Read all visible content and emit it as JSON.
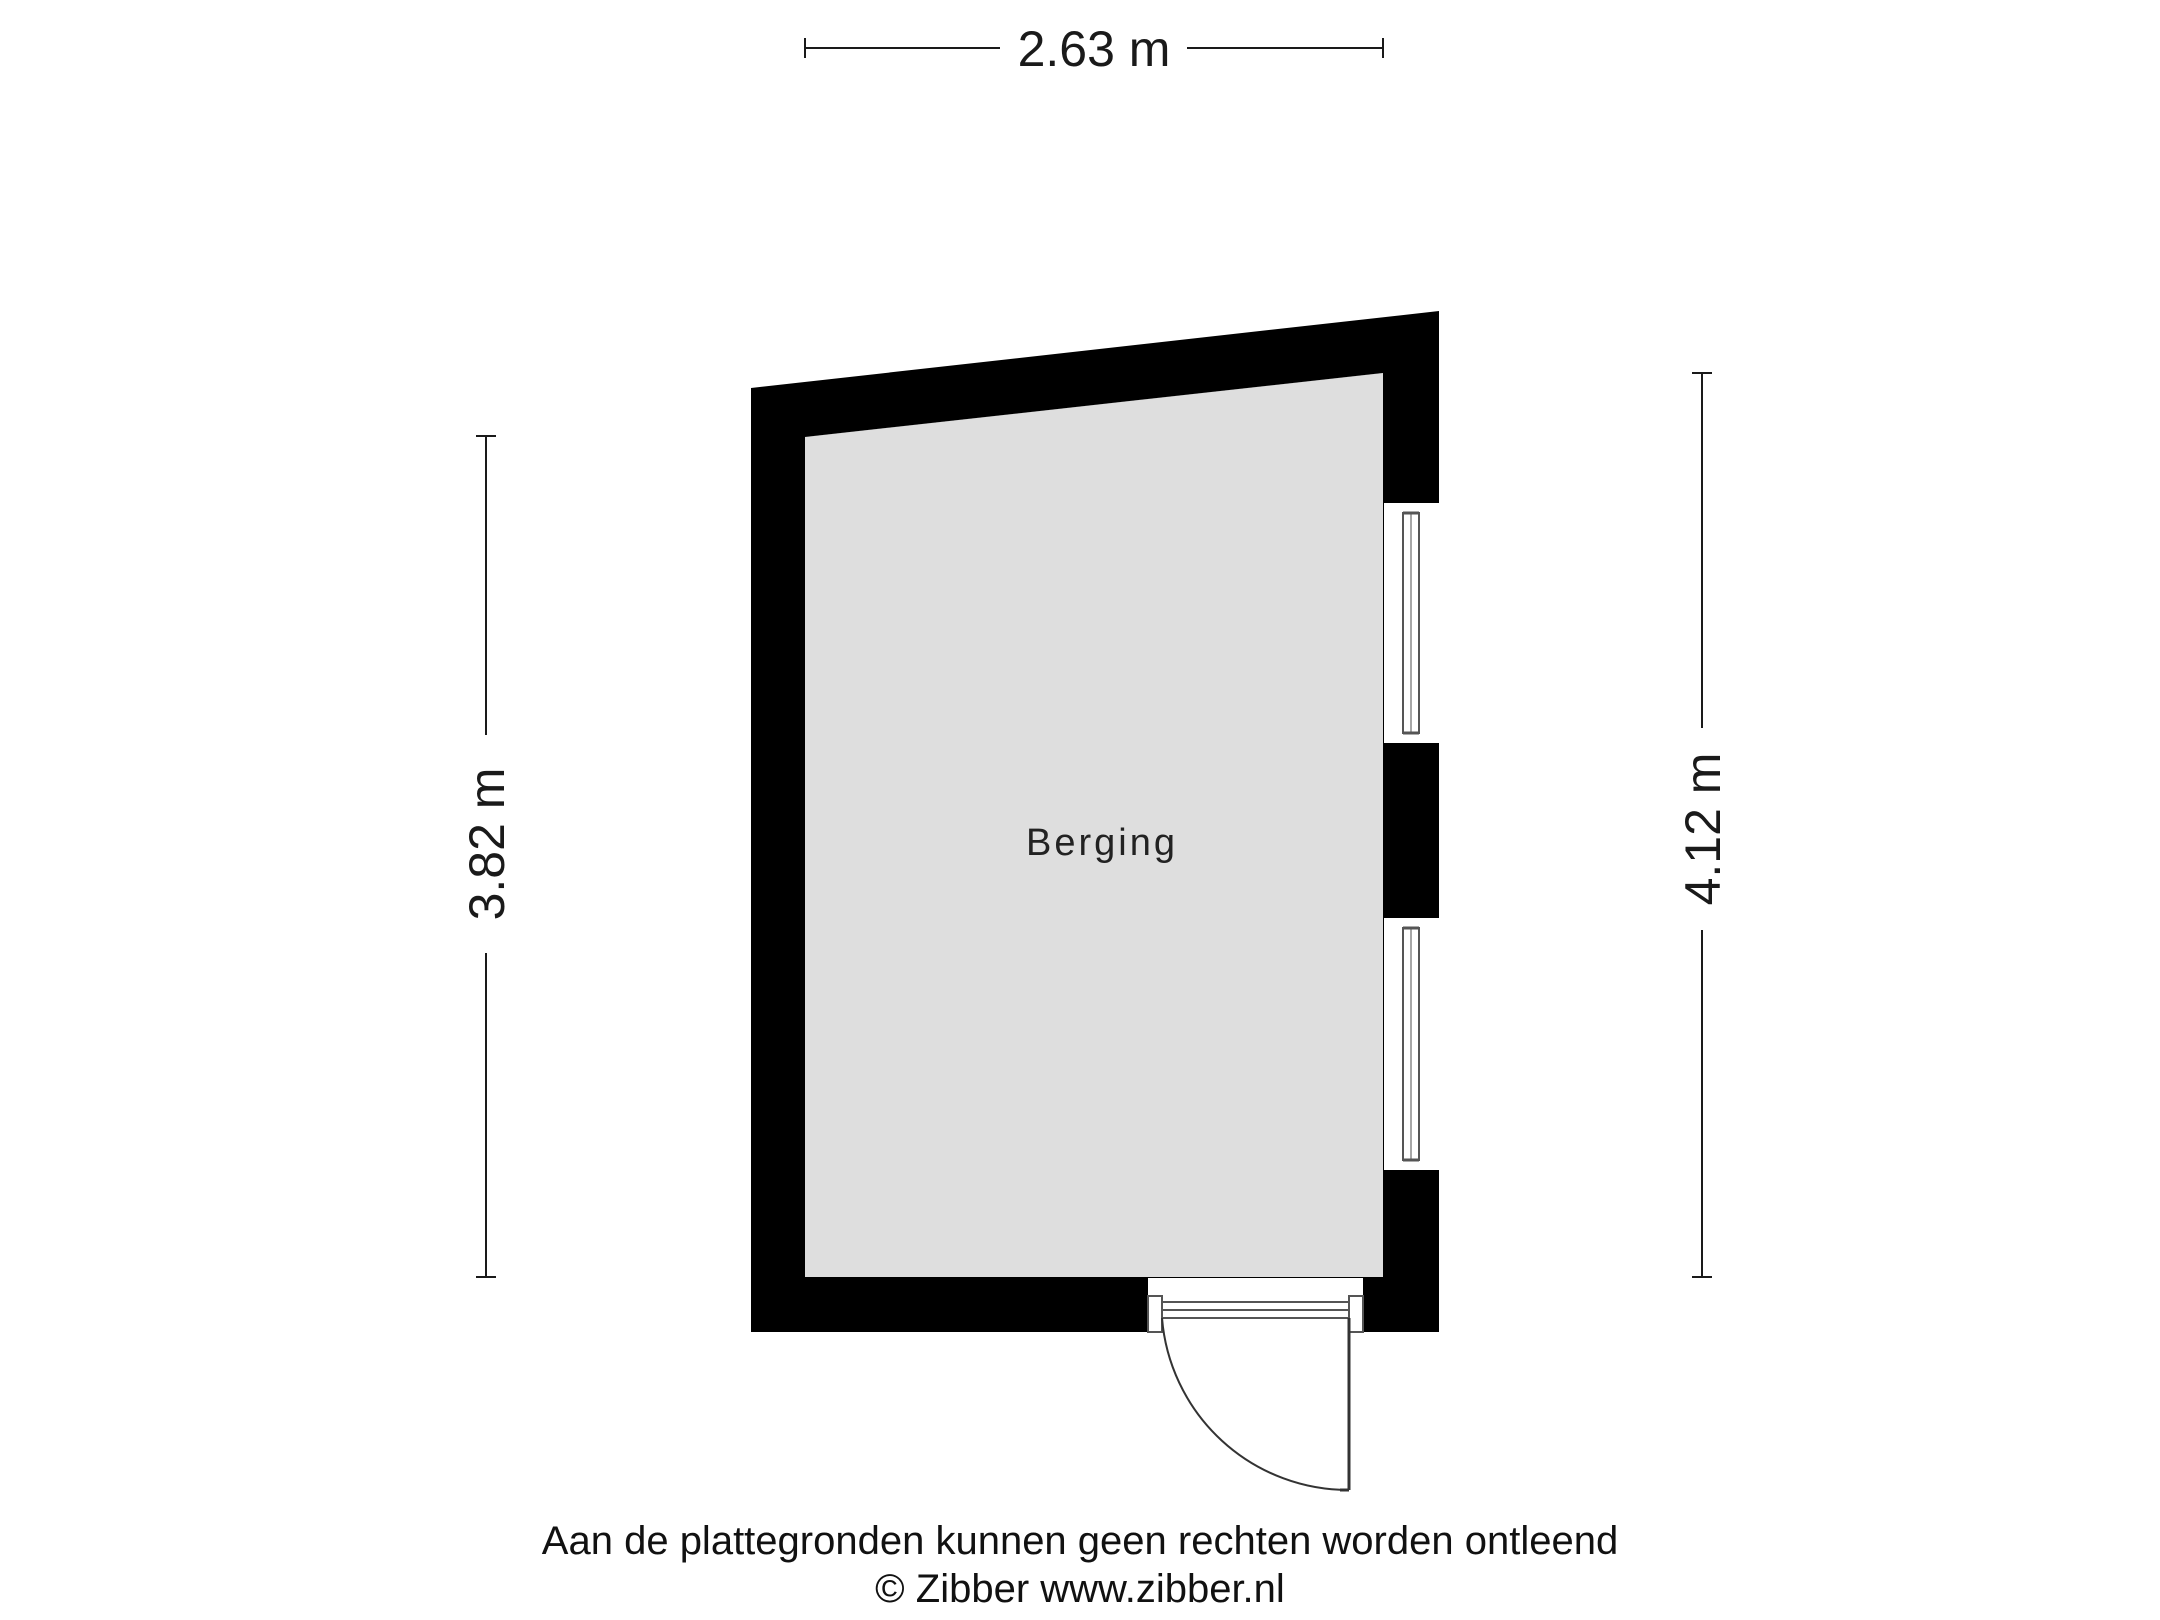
{
  "room": {
    "name": "Berging"
  },
  "dimensions": {
    "width_top": "2.63 m",
    "height_left": "3.82 m",
    "height_right": "4.12 m"
  },
  "footer": {
    "disclaimer": "Aan de plattegronden kunnen geen rechten worden ontleend",
    "copyright": "© Zibber www.zibber.nl"
  },
  "colors": {
    "wall": "#000000",
    "floor": "#dedede",
    "window": "#ffffff",
    "line": "#1a1a1a"
  }
}
